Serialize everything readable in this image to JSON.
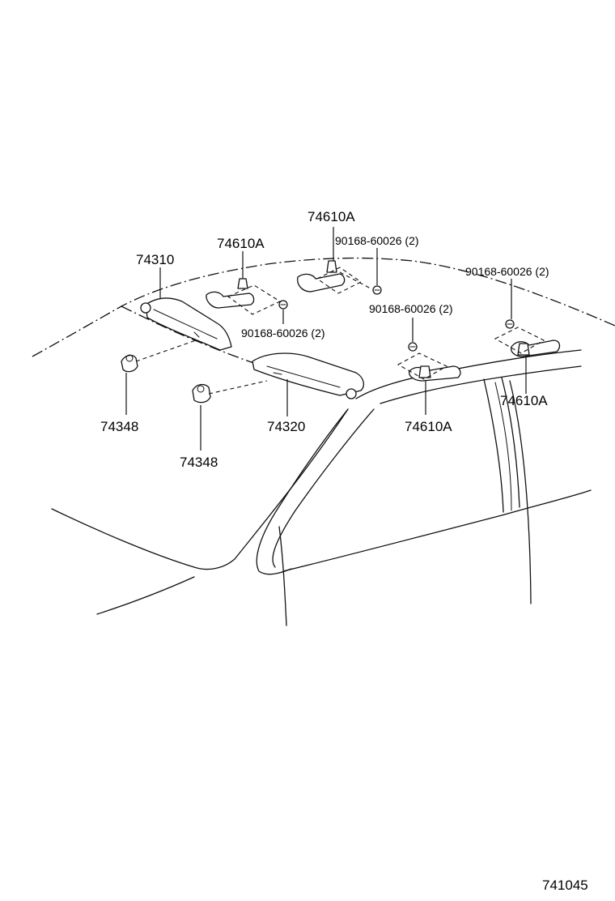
{
  "labels": {
    "visor_left": "74310",
    "visor_right": "74320",
    "holder_left": "74348",
    "holder_right": "74348",
    "grip_1": "74610A",
    "grip_2": "74610A",
    "grip_3": "74610A",
    "grip_4": "74610A",
    "screw_1": "90168-60026 (2)",
    "screw_2": "90168-60026 (2)",
    "screw_3": "90168-60026 (2)",
    "screw_4": "90168-60026 (2)"
  },
  "diagram_code": "741045"
}
